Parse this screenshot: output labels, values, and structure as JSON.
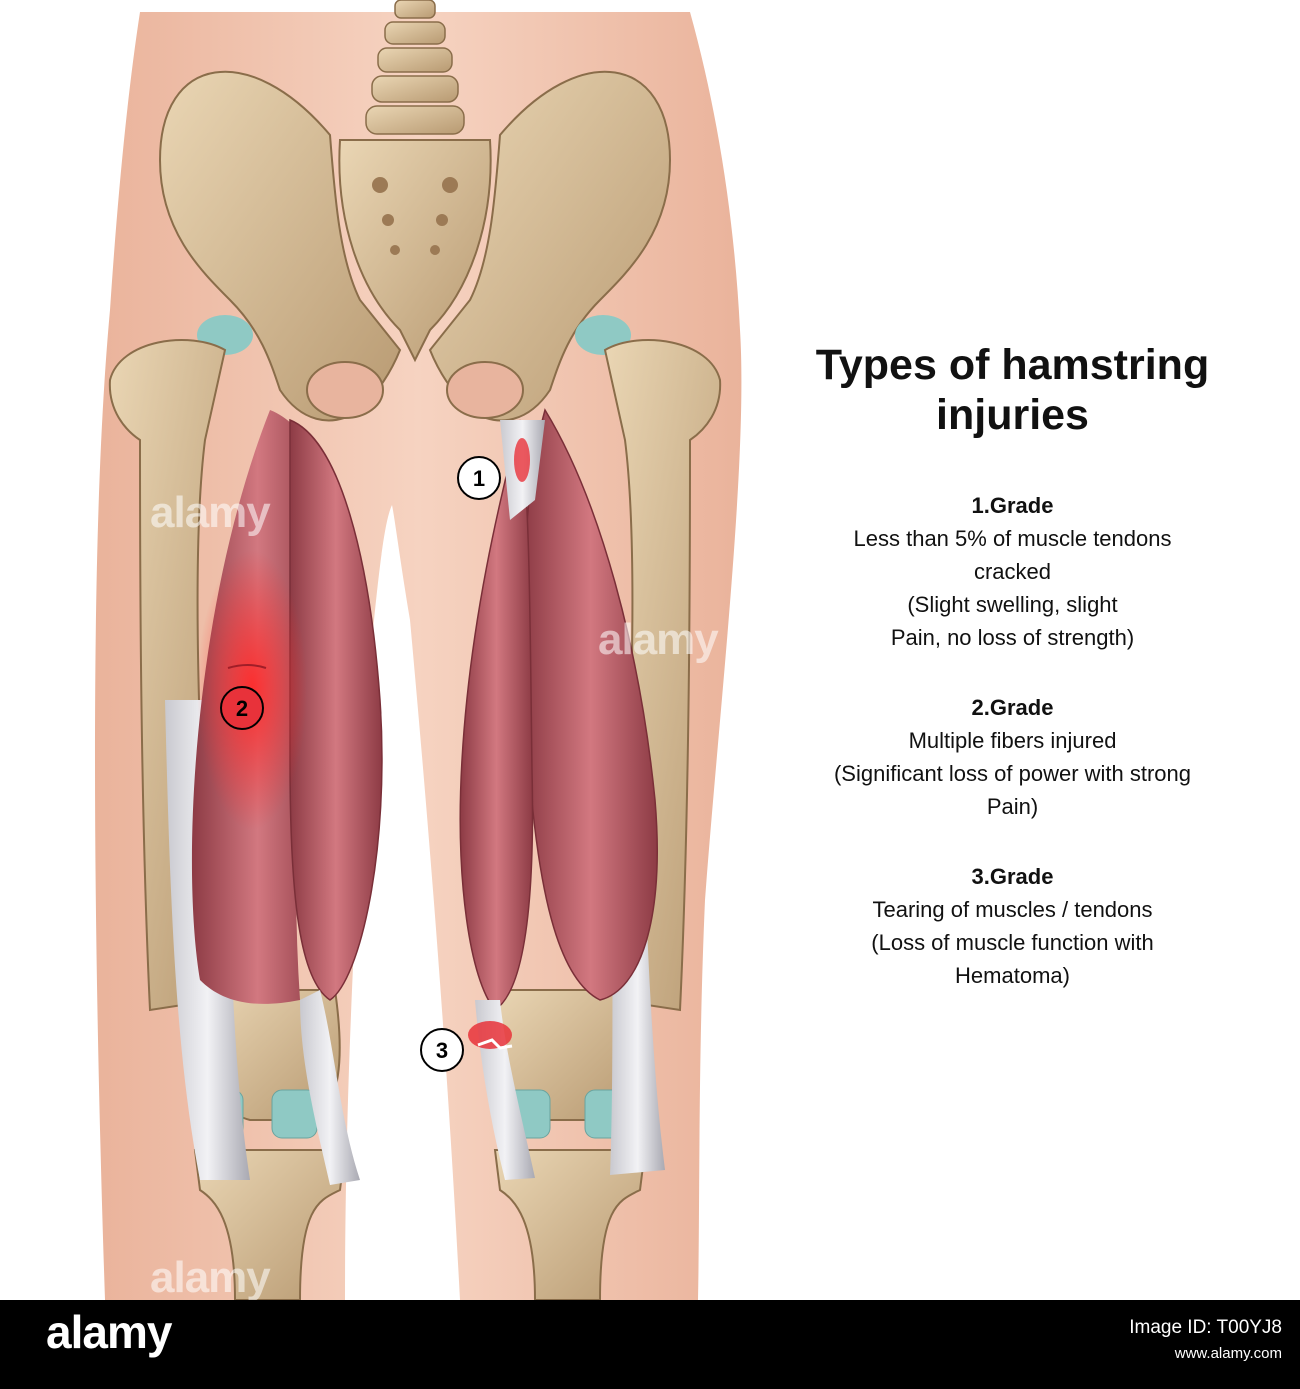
{
  "title_line1": "Types of hamstring",
  "title_line2": "injuries",
  "grades": [
    {
      "name": "1.Grade",
      "lines": [
        "Less than 5% of muscle tendons",
        "cracked",
        "(Slight swelling, slight",
        "Pain, no loss of strength)"
      ]
    },
    {
      "name": "2.Grade",
      "lines": [
        "Multiple fibers injured",
        "(Significant loss of power with strong",
        "Pain)"
      ]
    },
    {
      "name": "3.Grade",
      "lines": [
        "Tearing of muscles / tendons",
        "(Loss of muscle function with",
        "Hematoma)"
      ]
    }
  ],
  "markers": [
    "1",
    "2",
    "3"
  ],
  "watermark": "alamy",
  "footer": {
    "logo": "alamy",
    "image_id": "Image ID: T00YJ8",
    "site": "www.alamy.com"
  },
  "colors": {
    "skin": "#f2c4ad",
    "bone": "#d9c09a",
    "muscle": "#b85a63",
    "injury": "#e8323a",
    "cartilage": "#8fc9c4"
  }
}
